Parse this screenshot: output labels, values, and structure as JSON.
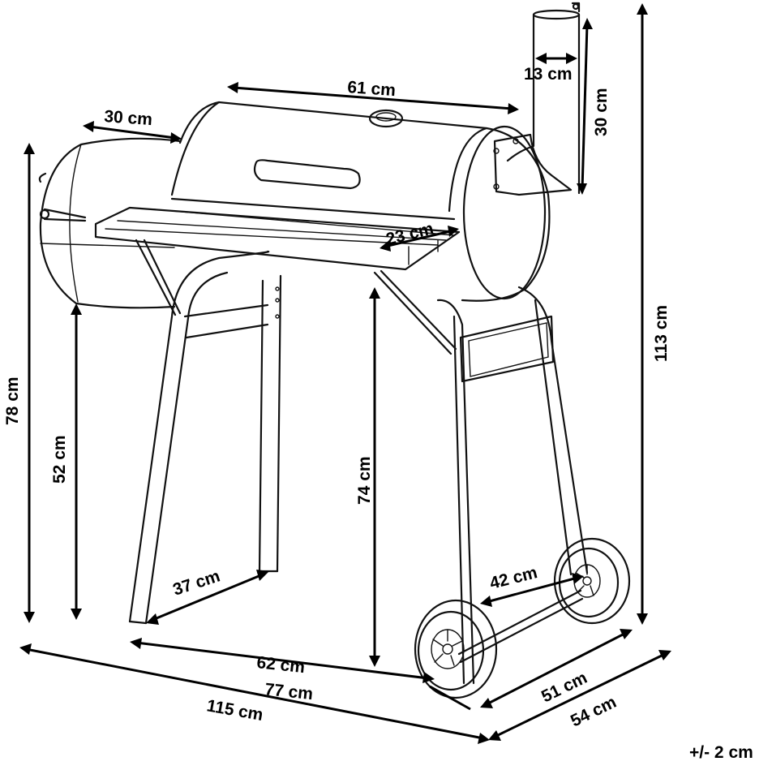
{
  "dimensions": {
    "chimney_diameter": "13 cm",
    "chimney_height": "30 cm",
    "lid_width": "61 cm",
    "firebox_width": "30 cm",
    "shelf_depth": "23 cm",
    "total_height": "113 cm",
    "firebox_height": "78 cm",
    "firebox_bottom_height": "52 cm",
    "shelf_height": "74 cm",
    "leg_spacing": "37 cm",
    "wheel_axle_width": "42 cm",
    "base_inner_length": "62 cm",
    "base_length": "77 cm",
    "total_length": "115 cm",
    "inner_depth": "51 cm",
    "total_depth": "54 cm"
  },
  "tolerance": "+/- 2 cm"
}
